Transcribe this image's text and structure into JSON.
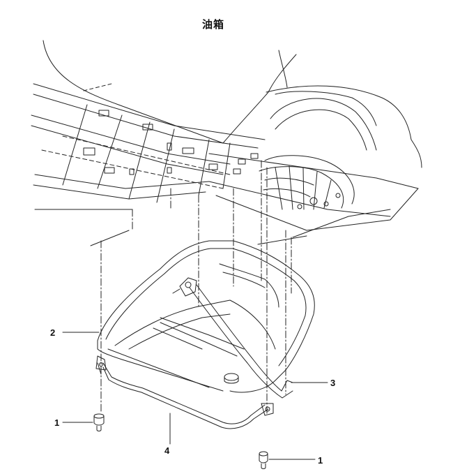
{
  "title": "油箱",
  "callouts": [
    {
      "id": "c1a",
      "label": "1",
      "part": "bolt"
    },
    {
      "id": "c1b",
      "label": "1",
      "part": "bolt"
    },
    {
      "id": "c2",
      "label": "2",
      "part": "tank-shell"
    },
    {
      "id": "c3",
      "label": "3",
      "part": "tank-strap"
    },
    {
      "id": "c4",
      "label": "4",
      "part": "strap-lower"
    }
  ],
  "colors": {
    "line": "#222222",
    "background": "#ffffff"
  }
}
